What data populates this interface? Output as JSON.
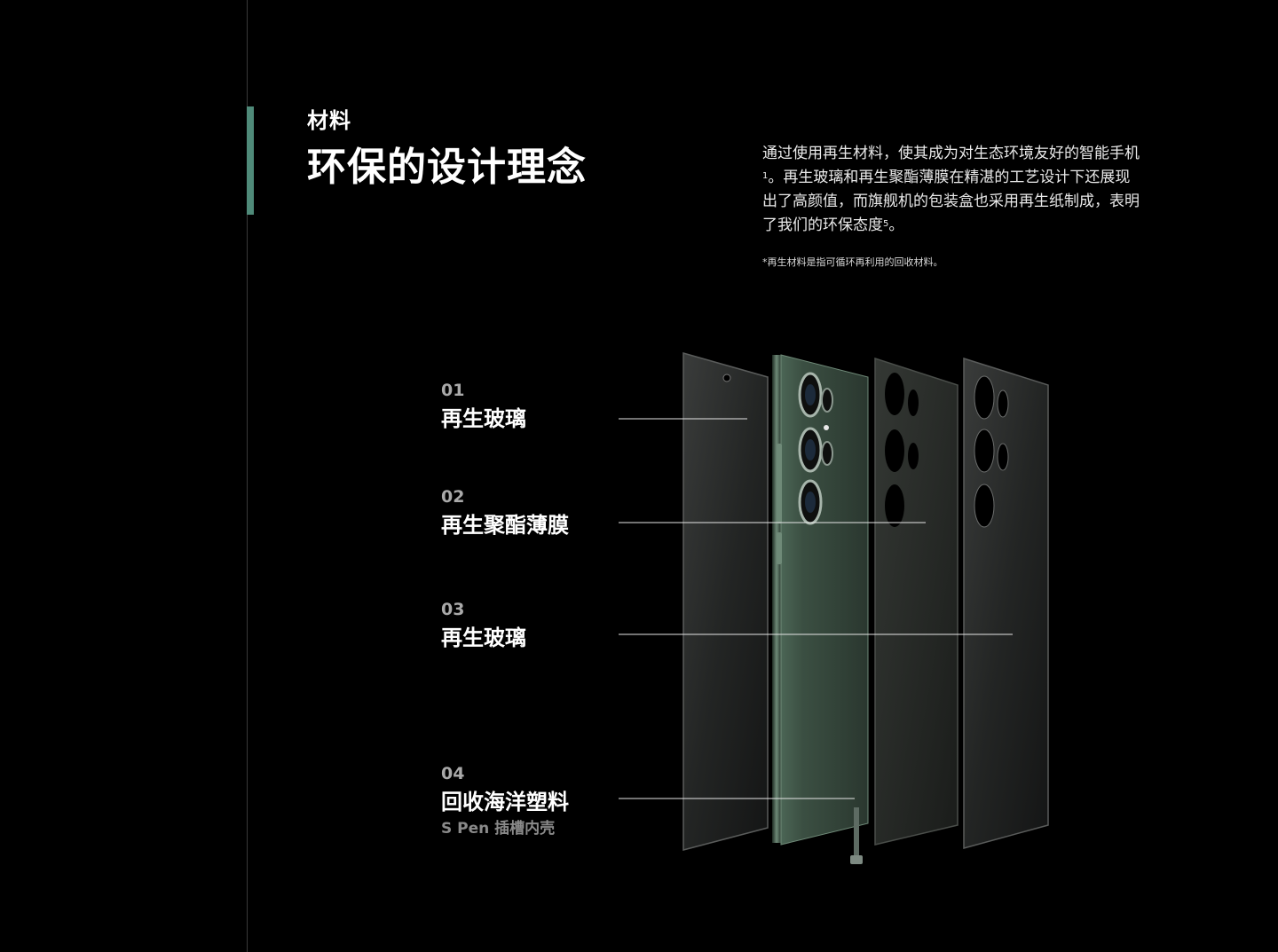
{
  "section": {
    "eyebrow": "材料",
    "headline": "环保的设计理念"
  },
  "description": {
    "part1": "通过使用再生材料，使其成为对生态环境友好的智能手机",
    "sup1": "1",
    "part2": "。再生玻璃和再生聚酯薄膜在精湛的工艺设计下还展现出了高颜值，而旗舰机的包装盒也采用再生纸制成，表明了我们的环保态度",
    "sup2": "5",
    "part3": "。",
    "footnote": "*再生材料是指可循环再利用的回收材料。"
  },
  "materials": [
    {
      "num": "01",
      "name": "再生玻璃"
    },
    {
      "num": "02",
      "name": "再生聚酯薄膜"
    },
    {
      "num": "03",
      "name": "再生玻璃"
    },
    {
      "num": "04",
      "name": "回收海洋塑料",
      "sub": "S Pen 插槽内壳"
    }
  ],
  "colors": {
    "accent": "#4f8a79",
    "background": "#000000",
    "phone_body": "#3f5548"
  }
}
